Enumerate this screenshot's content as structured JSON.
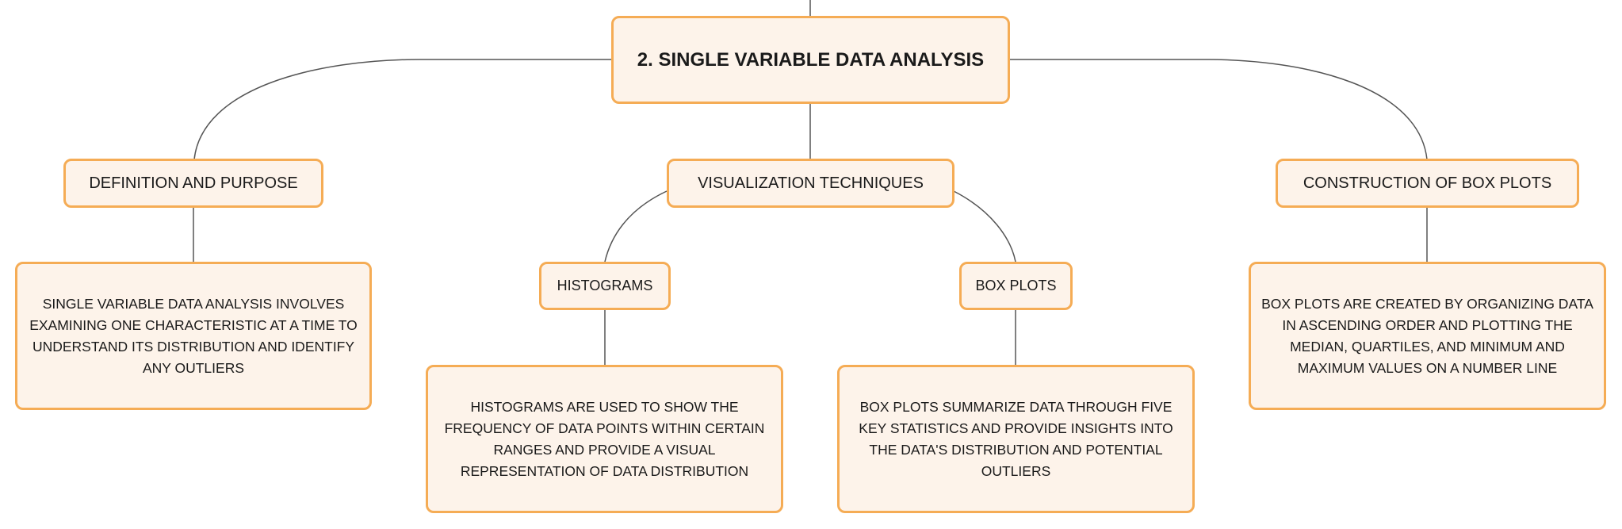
{
  "diagram": {
    "root": {
      "label": "2. Single Variable Data Analysis"
    },
    "definition": {
      "label": "Definition and Purpose",
      "description": "Single variable data analysis involves examining one characteristic at a time to understand its distribution and identify any outliers"
    },
    "visualization": {
      "label": "Visualization Techniques",
      "histograms": {
        "label": "Histograms",
        "description": "Histograms are used to show the frequency of data points within certain ranges and provide a visual representation of data distribution"
      },
      "box_plots": {
        "label": "Box Plots",
        "description": "Box plots summarize data through five key statistics and provide insights into the data's distribution and potential outliers"
      }
    },
    "construction": {
      "label": "Construction of Box Plots",
      "description": "Box plots are created by organizing data in ascending order and plotting the median, quartiles, and minimum and maximum values on a number line"
    }
  },
  "colors": {
    "node_fill": "#fdf3ea",
    "node_border": "#f5ac55",
    "connector": "#555555",
    "text": "#1a1a1a"
  }
}
